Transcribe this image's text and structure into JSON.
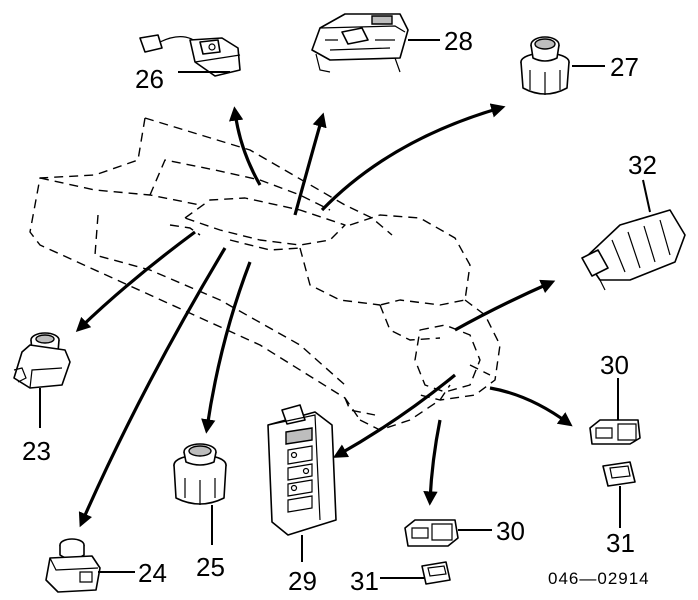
{
  "labels": {
    "p23": "23",
    "p24": "24",
    "p25": "25",
    "p26": "26",
    "p27": "27",
    "p28": "28",
    "p29": "29",
    "p30a": "30",
    "p30b": "30",
    "p31a": "31",
    "p31b": "31",
    "p32": "32"
  },
  "reference_code": "046—02914"
}
